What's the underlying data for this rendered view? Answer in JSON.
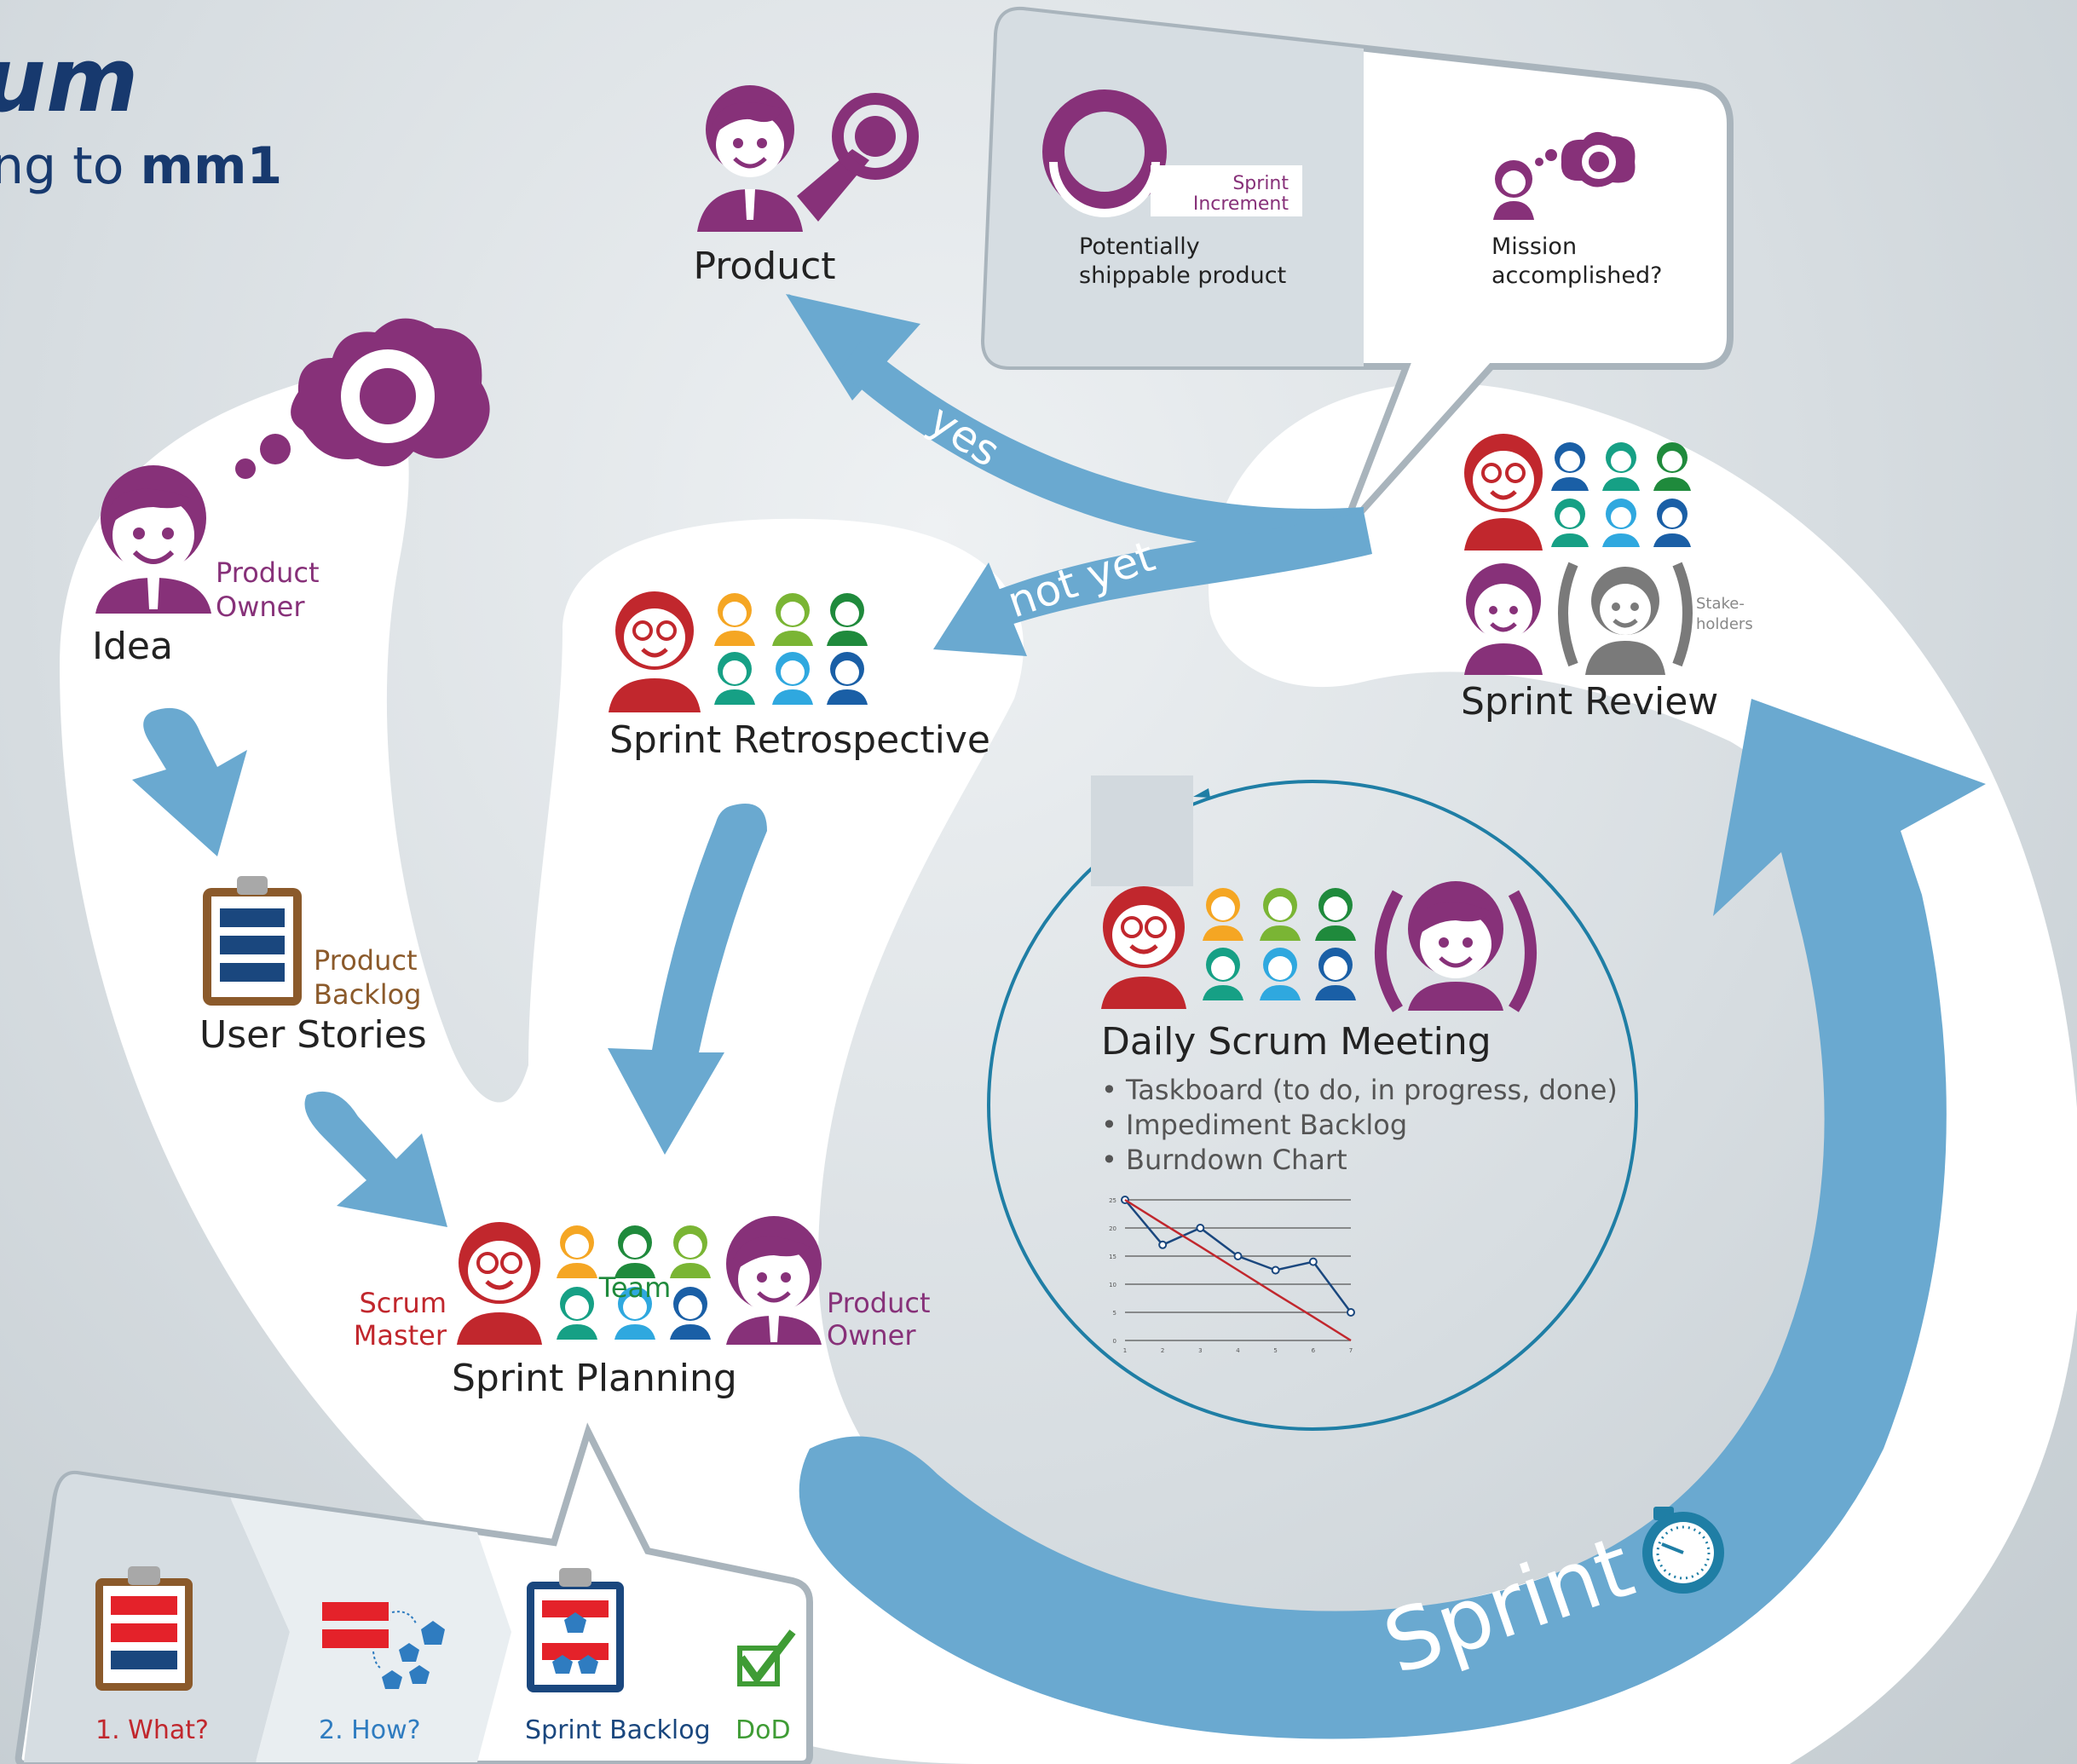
{
  "header": {
    "title_fragment": "um",
    "subtitle_prefix": "ng to ",
    "subtitle_brand": "mm1"
  },
  "colors": {
    "purple": "#873179",
    "red": "#c1272d",
    "flow_blue": "#6aa9d0",
    "dark_blue": "#1a477e",
    "scrum_line": "#1f7ea5",
    "brown": "#8b5a2b",
    "green": "#3f9c35",
    "bright_red": "#e4222a"
  },
  "idea": {
    "title": "Idea",
    "role_line1": "Product",
    "role_line2": "Owner"
  },
  "user_stories": {
    "title": "User Stories",
    "note_line1": "Product",
    "note_line2": "Backlog"
  },
  "product": {
    "title": "Product"
  },
  "review_bubble": {
    "increment_line1": "Sprint",
    "increment_line2": "Increment",
    "shippable_line1": "Potentially",
    "shippable_line2": "shippable product",
    "mission_line1": "Mission",
    "mission_line2": "accomplished?"
  },
  "arrows": {
    "yes": "yes",
    "not_yet": "not yet"
  },
  "retrospective": {
    "title": "Sprint Retrospective"
  },
  "review": {
    "title": "Sprint Review",
    "stakeholders_line1": "Stake-",
    "stakeholders_line2": "holders"
  },
  "planning": {
    "title": "Sprint Planning",
    "scrum_master_line1": "Scrum",
    "scrum_master_line2": "Master",
    "team": "Team",
    "owner_line1": "Product",
    "owner_line2": "Owner"
  },
  "daily_scrum": {
    "title": "Daily Scrum Meeting",
    "bullets": [
      "• Taskboard (to do, in progress, done)",
      "• Impediment Backlog",
      "• Burndown Chart"
    ]
  },
  "chart_data": {
    "type": "line",
    "x": [
      1,
      2,
      3,
      4,
      5,
      6,
      7
    ],
    "x_ticks": [
      "1",
      "2",
      "3",
      "4",
      "5",
      "6",
      "7"
    ],
    "y_ticks": [
      "0",
      "5",
      "10",
      "15",
      "20",
      "25"
    ],
    "ylim": [
      0,
      25
    ],
    "grid": true,
    "series": [
      {
        "values": [
          25,
          17,
          20,
          15,
          12.5,
          14,
          5
        ],
        "color": "#1a477e",
        "markers": true
      },
      {
        "values": [
          25,
          20.8,
          16.7,
          12.5,
          8.3,
          4.2,
          0
        ],
        "color": "#c1272d",
        "markers": false
      }
    ]
  },
  "sprint": {
    "label": "Sprint"
  },
  "planning_steps": {
    "what": "1. What?",
    "how": "2. How?",
    "sprint_backlog": "Sprint Backlog",
    "dod": "DoD"
  }
}
